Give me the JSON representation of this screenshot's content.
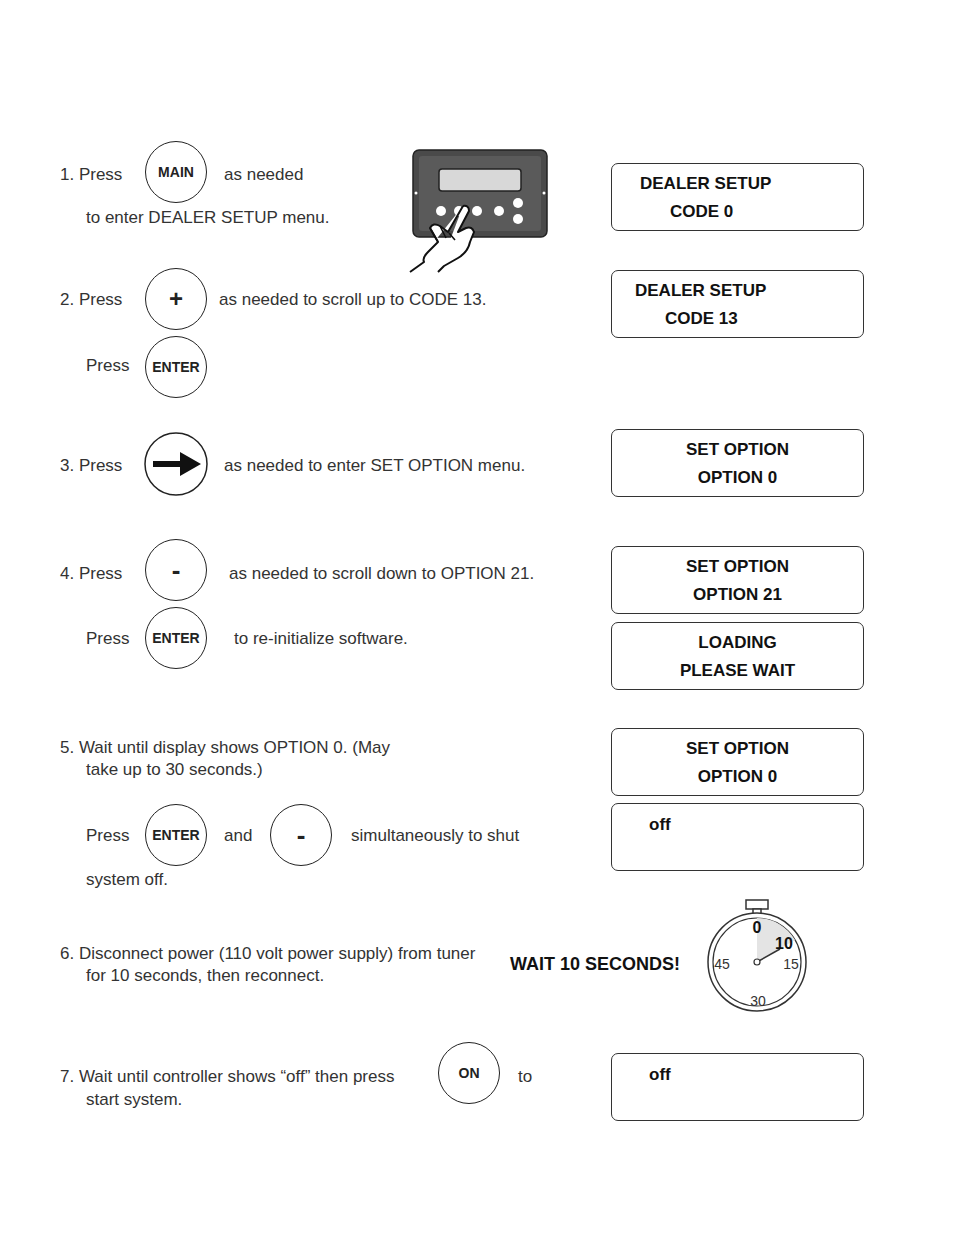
{
  "diagram": {
    "nodes": [
      {
        "text": [
          "MAIN"
        ]
      },
      {
        "text": [
          "DEALER SETUP",
          "CODE 0"
        ]
      },
      {
        "text": [
          "+"
        ]
      },
      {
        "text": [
          "DEALER SETUP",
          "CODE 13"
        ]
      },
      {
        "text": [
          "ENTER"
        ]
      },
      {
        "text": [
          "SET OPTION",
          "OPTION 0"
        ]
      },
      {
        "text": [
          "-"
        ]
      },
      {
        "text": [
          "SET OPTION",
          "OPTION 21"
        ]
      },
      {
        "text": [
          "ENTER"
        ]
      },
      {
        "text": [
          "LOADING",
          "PLEASE WAIT"
        ]
      },
      {
        "text": [
          "SET OPTION",
          "OPTION 0"
        ]
      },
      {
        "text": [
          "ENTER"
        ]
      },
      {
        "text": [
          "-"
        ]
      },
      {
        "text": [
          "off"
        ]
      },
      {
        "text": [
          "ON"
        ]
      },
      {
        "text": [
          "off"
        ]
      }
    ],
    "labels": [
      "1. Press",
      "as needed",
      "to enter DEALER SETUP menu.",
      "2. Press",
      "as needed to scroll up to CODE 13.",
      "Press",
      "3. Press",
      "as needed to enter SET OPTION menu.",
      "4. Press",
      "as needed to scroll down to OPTION 21.",
      "Press",
      "to re-initialize software.",
      "5. Wait until display shows OPTION 0. (May take up to 30 seconds.)",
      "Press",
      "and",
      "simultaneously to shut",
      "system off.",
      "6. Disconnect power (110 volt power supply) from tuner for 10 seconds, then reconnect.",
      "WAIT 10 SECONDS!",
      "0",
      "10",
      "15",
      "30",
      "45",
      "7. Wait until controller shows “off” then press",
      "to",
      "start system."
    ]
  }
}
